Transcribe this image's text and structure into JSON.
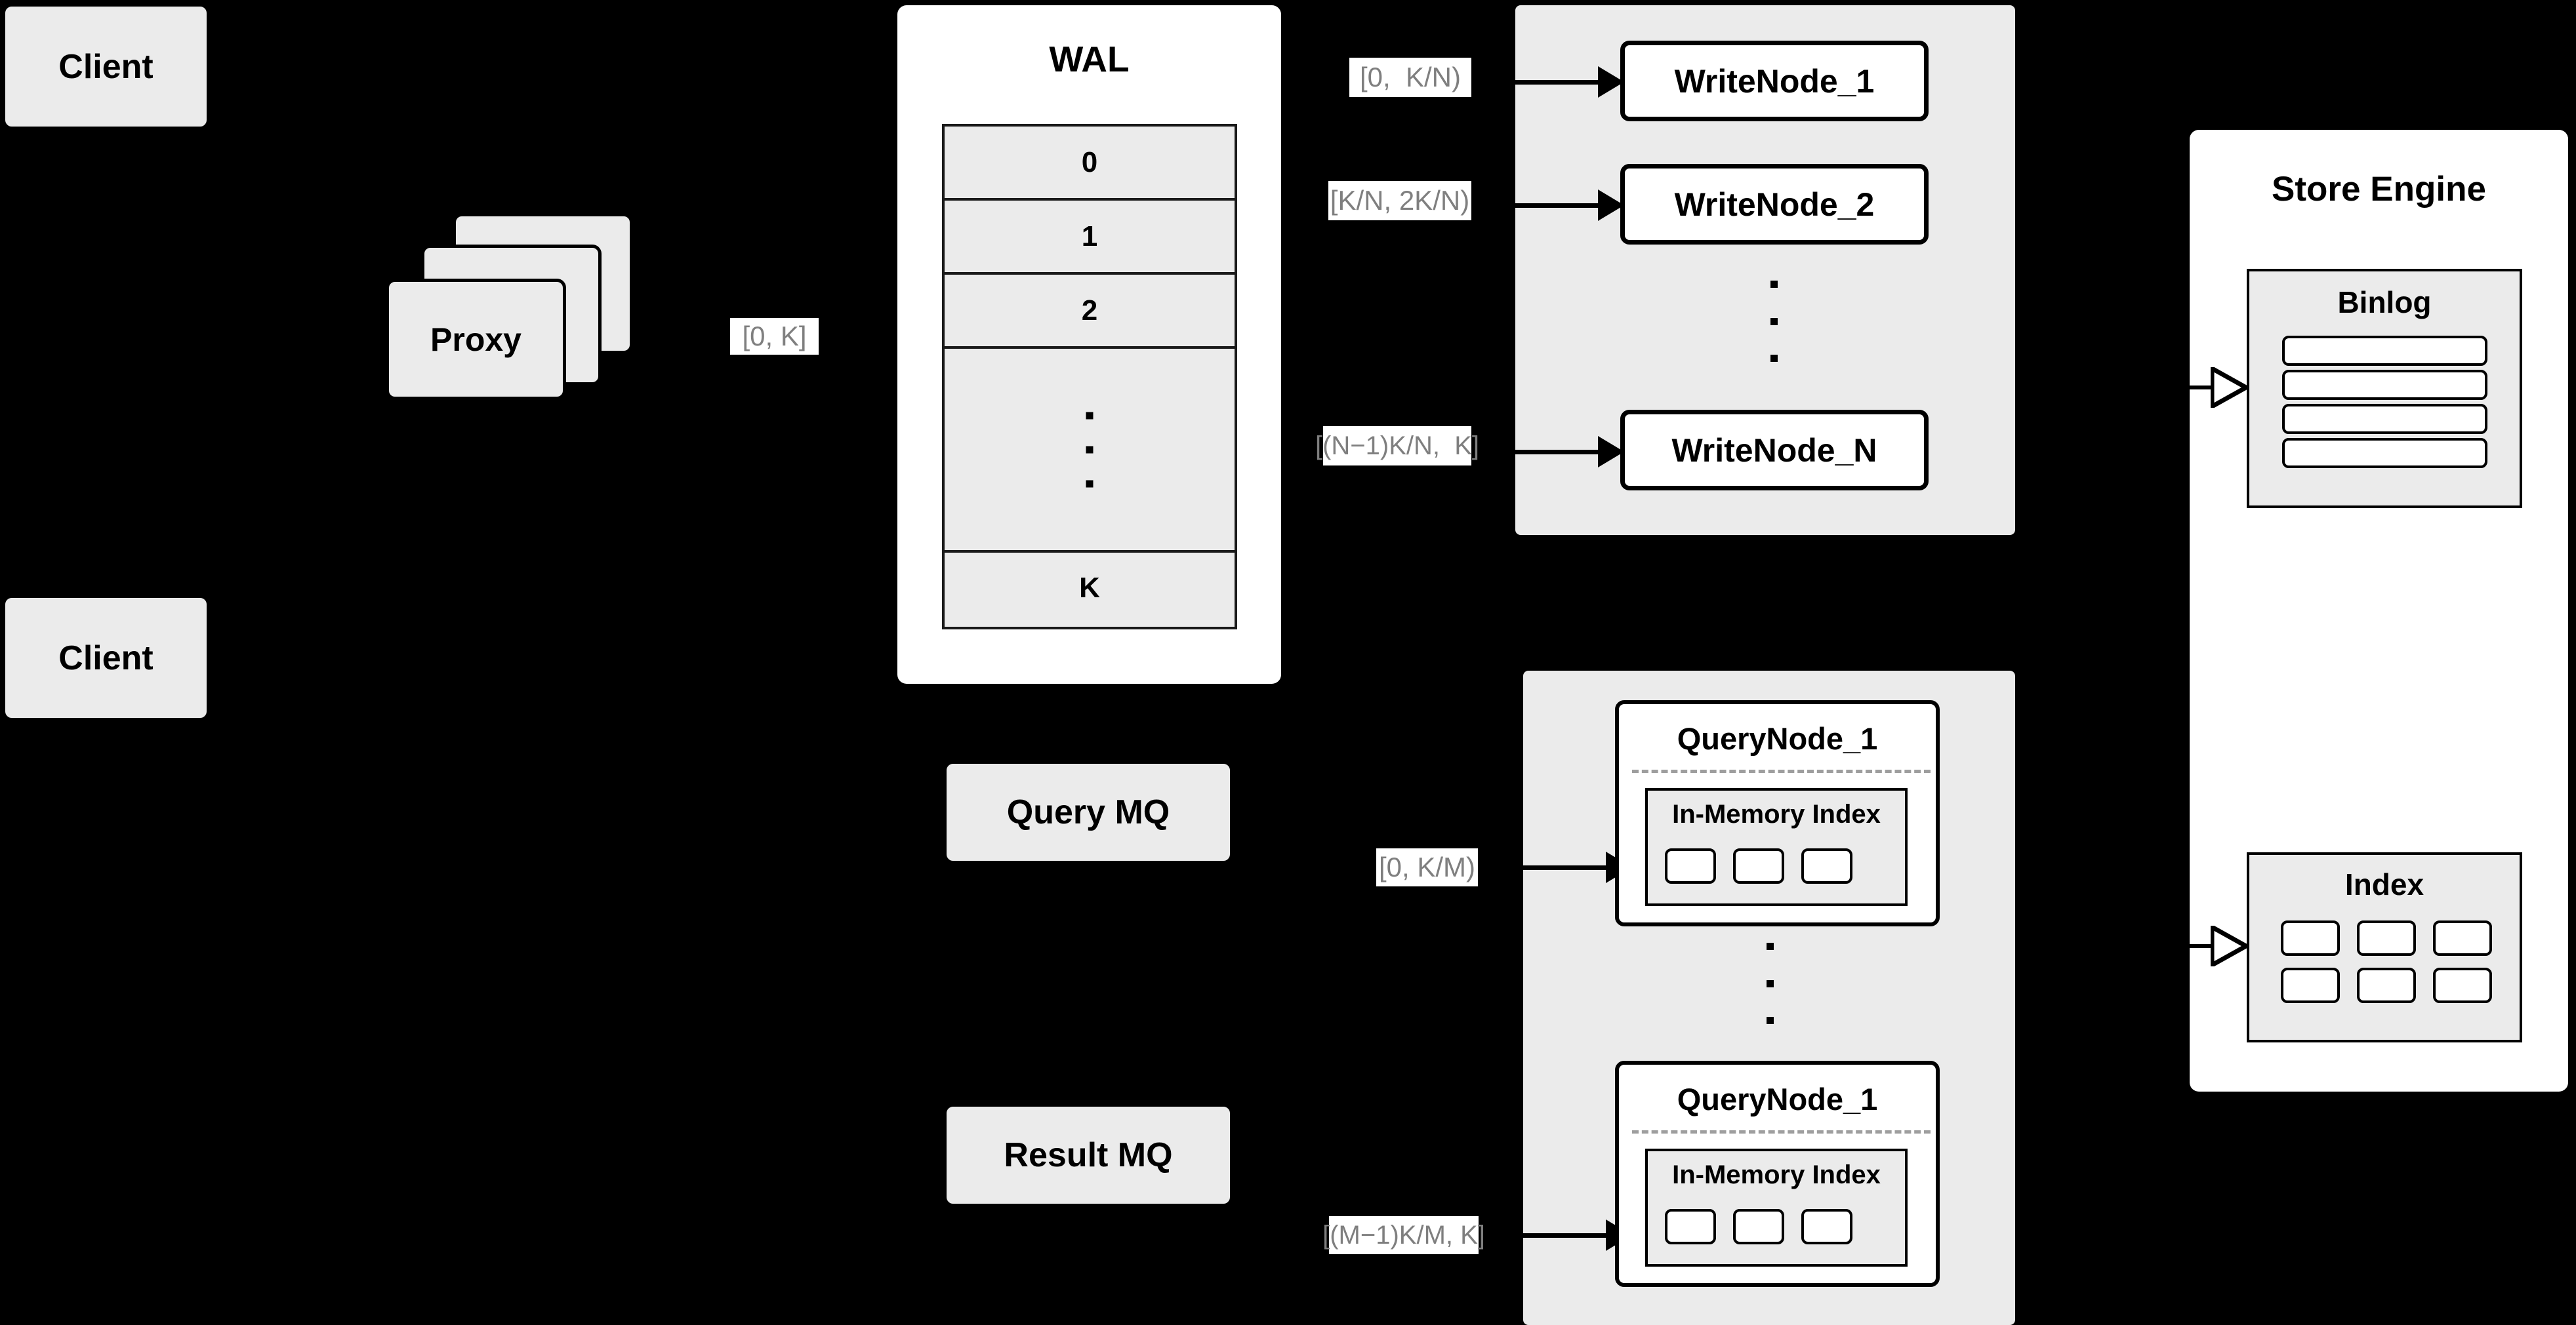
{
  "diagram": {
    "title": "Distributed vector database write/query architecture",
    "background_color": "#000000",
    "surface_color": "#ebebeb",
    "card_color": "#ffffff",
    "label_text_color": "#7f7f7f",
    "stroke_color": "#000000"
  },
  "clients": [
    {
      "label": "Client"
    },
    {
      "label": "Client"
    }
  ],
  "proxy": {
    "label": "Proxy",
    "stack_count": 3
  },
  "edge_labels": {
    "proxy_to_wal": "[0, K]",
    "wal_to_writenode_1": "[0,  K/N)",
    "wal_to_writenode_2": "[K/N, 2K/N)",
    "wal_to_writenode_n": "[(N−1)K/N,  K]",
    "mq_to_querynode_1": "[0, K/M)",
    "mq_to_querynode_m": "[(M−1)K/M, K]"
  },
  "wal": {
    "title": "WAL",
    "rows": [
      "0",
      "1",
      "2",
      "···",
      "K"
    ],
    "row_labels": {
      "first": "0",
      "second": "1",
      "third": "2",
      "last": "K"
    },
    "ellipsis_dots": 3
  },
  "write_cluster": {
    "nodes": [
      {
        "label": "WriteNode_1"
      },
      {
        "label": "WriteNode_2"
      },
      {
        "label": "WriteNode_N"
      }
    ],
    "ellipsis_dots": 3
  },
  "message_queues": [
    {
      "label": "Query MQ"
    },
    {
      "label": "Result MQ"
    }
  ],
  "query_cluster": {
    "nodes": [
      {
        "label": "QueryNode_1",
        "index_label": "In-Memory Index",
        "index_cells": 3
      },
      {
        "label": "QueryNode_1",
        "index_label": "In-Memory Index",
        "index_cells": 3
      }
    ],
    "ellipsis_dots": 3
  },
  "store_engine": {
    "title": "Store Engine",
    "binlog": {
      "title": "Binlog",
      "segments": 4
    },
    "index": {
      "title": "Index",
      "cells": 6,
      "rows": 2,
      "columns": 3
    }
  }
}
